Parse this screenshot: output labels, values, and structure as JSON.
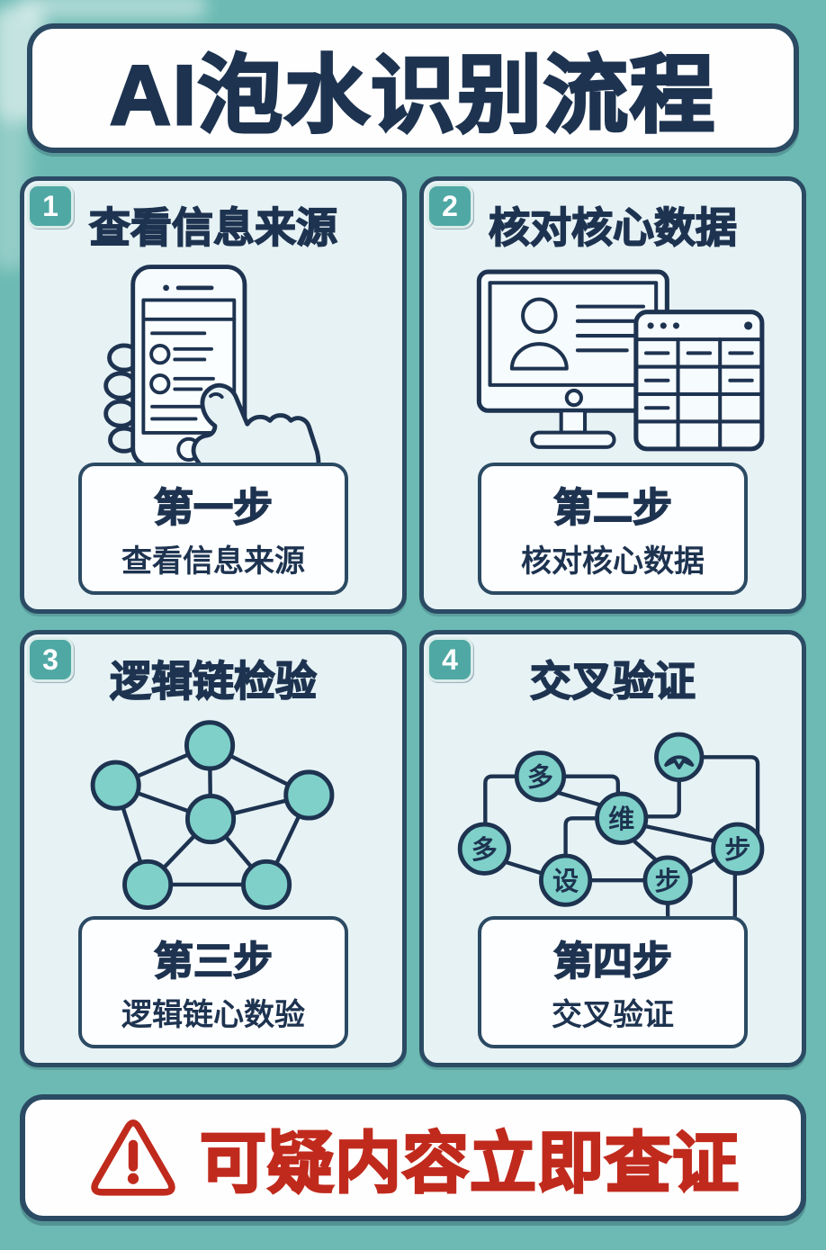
{
  "title": {
    "text": "AI泡水识别流程"
  },
  "cards": [
    {
      "number": "1",
      "heading": "查看信息来源",
      "step_label": "第一步",
      "step_caption": "查看信息来源",
      "icon": "phone-in-hand-icon"
    },
    {
      "number": "2",
      "heading": "核对核心数据",
      "step_label": "第二步",
      "step_caption": "核对核心数据",
      "icon": "monitor-and-table-icon"
    },
    {
      "number": "3",
      "heading": "逻辑链检验",
      "step_label": "第三步",
      "step_caption": "逻辑链心数验",
      "icon": "network-graph-icon"
    },
    {
      "number": "4",
      "heading": "交叉验证",
      "step_label": "第四步",
      "step_caption": "交叉验证",
      "icon": "flow-diagram-icon",
      "diagram_node_labels": {
        "n1": "多",
        "n2": "多",
        "n3": "维",
        "n4": "设",
        "n5": "步",
        "n6": "步"
      }
    }
  ],
  "footer": {
    "warning_text": "可疑内容立即查证",
    "warning_icon": "warning-triangle-icon"
  },
  "colors": {
    "background": "#6cbab3",
    "card_background": "#e7f2f5",
    "navy": "#1d3350",
    "border_navy": "#2b4a63",
    "badge_teal": "#4fa8a4",
    "node_teal": "#7ed0c9",
    "warning_red": "#c02a1d"
  }
}
